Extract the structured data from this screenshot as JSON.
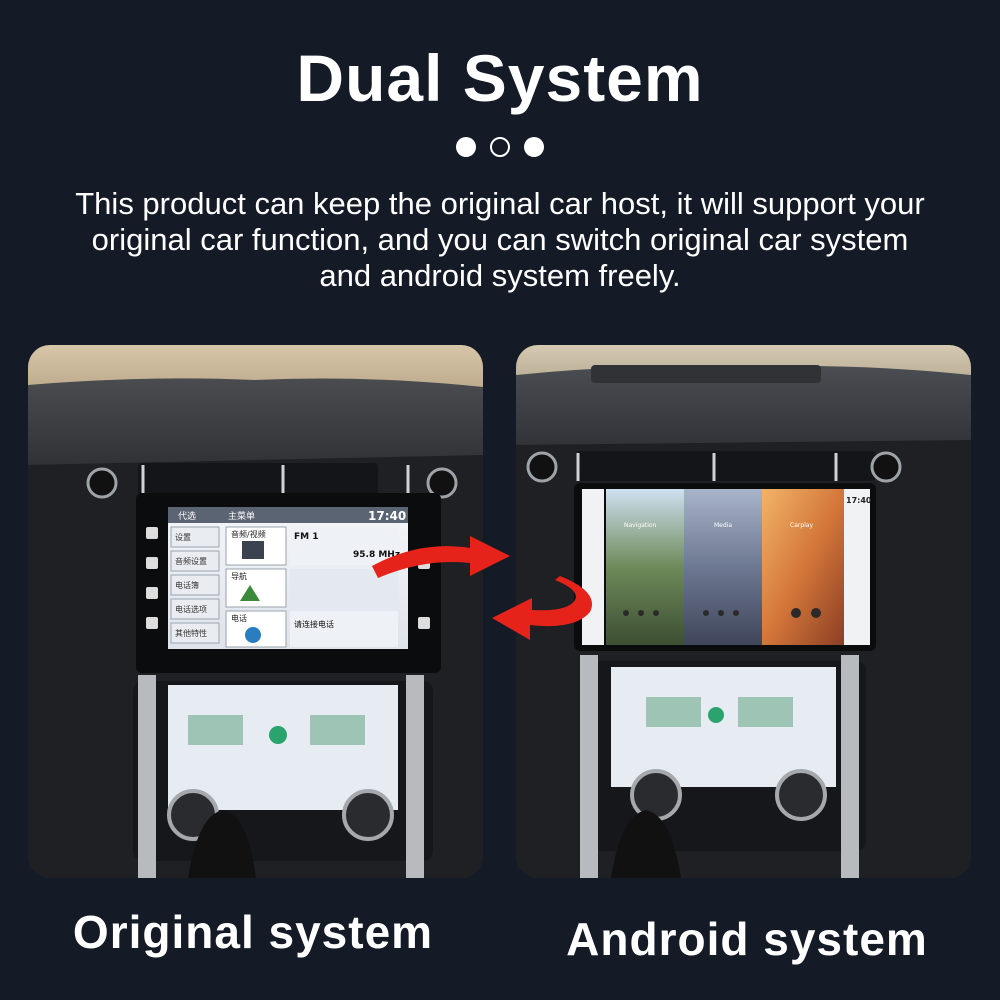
{
  "header": {
    "title": "Dual System"
  },
  "description": {
    "line1": "This product  can keep the original car host, it will support your",
    "line2": "original car function, and you can switch original  car system",
    "line3": "and android system freely."
  },
  "original_screen": {
    "tab1": "代选",
    "tab2": "主菜单",
    "clock": "17:40",
    "menu": [
      "设置",
      "音频设置",
      "电话簿",
      "电话选项",
      "其他特性"
    ],
    "media_label": "音频/视频",
    "station": "FM 1",
    "frequency": "95.8 MHz",
    "nav_label": "导航",
    "phone_label": "电话",
    "phone_status": "请连接电话"
  },
  "android_screen": {
    "clock": "17:40",
    "nav_label": "Navigation",
    "media_label": "Media",
    "carplay_label": "Carplay"
  },
  "captions": {
    "left": "Original system",
    "right": "Android system"
  },
  "colors": {
    "background": "#141a26",
    "arrow": "#e5231b",
    "text": "#ffffff"
  }
}
